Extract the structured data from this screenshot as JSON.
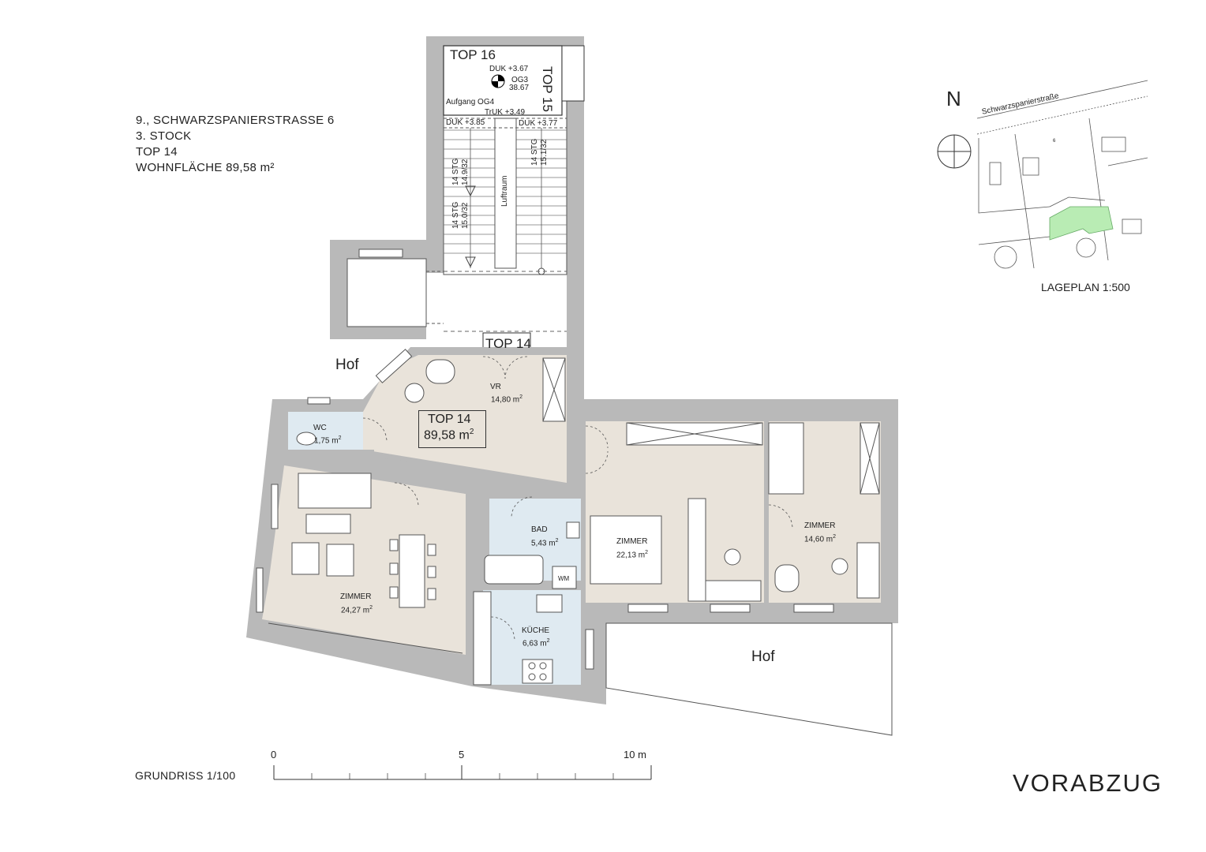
{
  "header": {
    "address": "9., SCHWARZSPANIERSTRASSE 6",
    "floor": "3. STOCK",
    "unit": "TOP  14",
    "area": "WOHNFLÄCHE 89,58 m²"
  },
  "stair": {
    "top16": "TOP 16",
    "top15": "TOP 15",
    "top14_door": "TOP 14",
    "duk_level": "DUK +3.67",
    "og3": "OG3",
    "level_value": "38.67",
    "aufgang": "Aufgang OG4",
    "truk": "TrUK +3.49",
    "duk_left": "DUK +3.85",
    "duk_right": "DUK +3.77",
    "flight1_a": "14 STG",
    "flight1_b": "14.9/32",
    "flight2_a": "14 STG",
    "flight2_b": "15.0/32",
    "flight3_a": "14 STG",
    "flight3_b": "15.1/32",
    "luftraum": "Luftraum"
  },
  "hof_top": "Hof",
  "hof_bottom": "Hof",
  "rooms": {
    "vr_name": "VR",
    "vr_area": "14,80 m",
    "unit_name": "TOP 14",
    "unit_area": "89,58 m",
    "wc_name": "WC",
    "wc_area": "1,75 m",
    "bad_name": "BAD",
    "bad_area": "5,43 m",
    "wm": "WM",
    "living_name": "ZIMMER",
    "living_area": "24,27 m",
    "kitchen_name": "KÜCHE",
    "kitchen_area": "6,63 m",
    "mid_name": "ZIMMER",
    "mid_area": "22,13 m",
    "right_name": "ZIMMER",
    "right_area": "14,60 m",
    "sup": "2"
  },
  "site": {
    "north": "N",
    "street": "Schwarzspanierstraße",
    "plot_no": "6",
    "caption": "LAGEPLAN 1:500",
    "highlight_color": "#b9ecb4"
  },
  "scale": {
    "t0": "0",
    "t5": "5",
    "t10": "10 m",
    "caption": "GRUNDRISS 1/100"
  },
  "stamp": "VORABZUG",
  "colors": {
    "wall": "#b9b9b9",
    "floor": "#e9e3da",
    "wet": "#dfeaf1"
  }
}
